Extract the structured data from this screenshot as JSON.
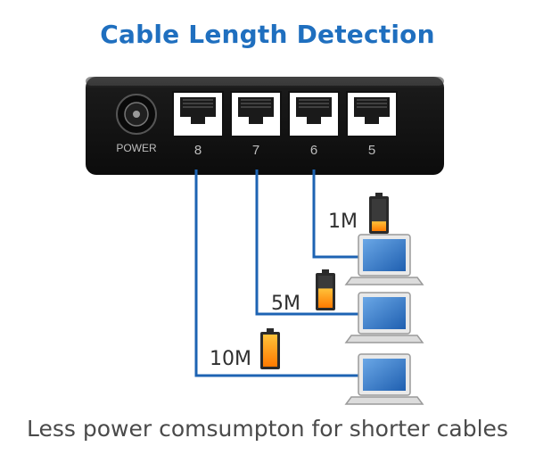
{
  "title": "Cable Length Detection",
  "caption": "Less power comsumpton for  shorter cables",
  "switch": {
    "power_label": "POWER",
    "ports": [
      "8",
      "7",
      "6",
      "5"
    ]
  },
  "cables": [
    {
      "label": "1M",
      "port": "6",
      "battery_level": 0.3
    },
    {
      "label": "5M",
      "port": "7",
      "battery_level": 0.6
    },
    {
      "label": "10M",
      "port": "8",
      "battery_level": 1.0
    }
  ],
  "colors": {
    "title": "#1f6fbf",
    "cable": "#1d63b3",
    "battery_fill": "#ff8a00"
  },
  "icons": [
    "power-jack-icon",
    "ethernet-port-icon",
    "battery-icon",
    "laptop-icon"
  ]
}
